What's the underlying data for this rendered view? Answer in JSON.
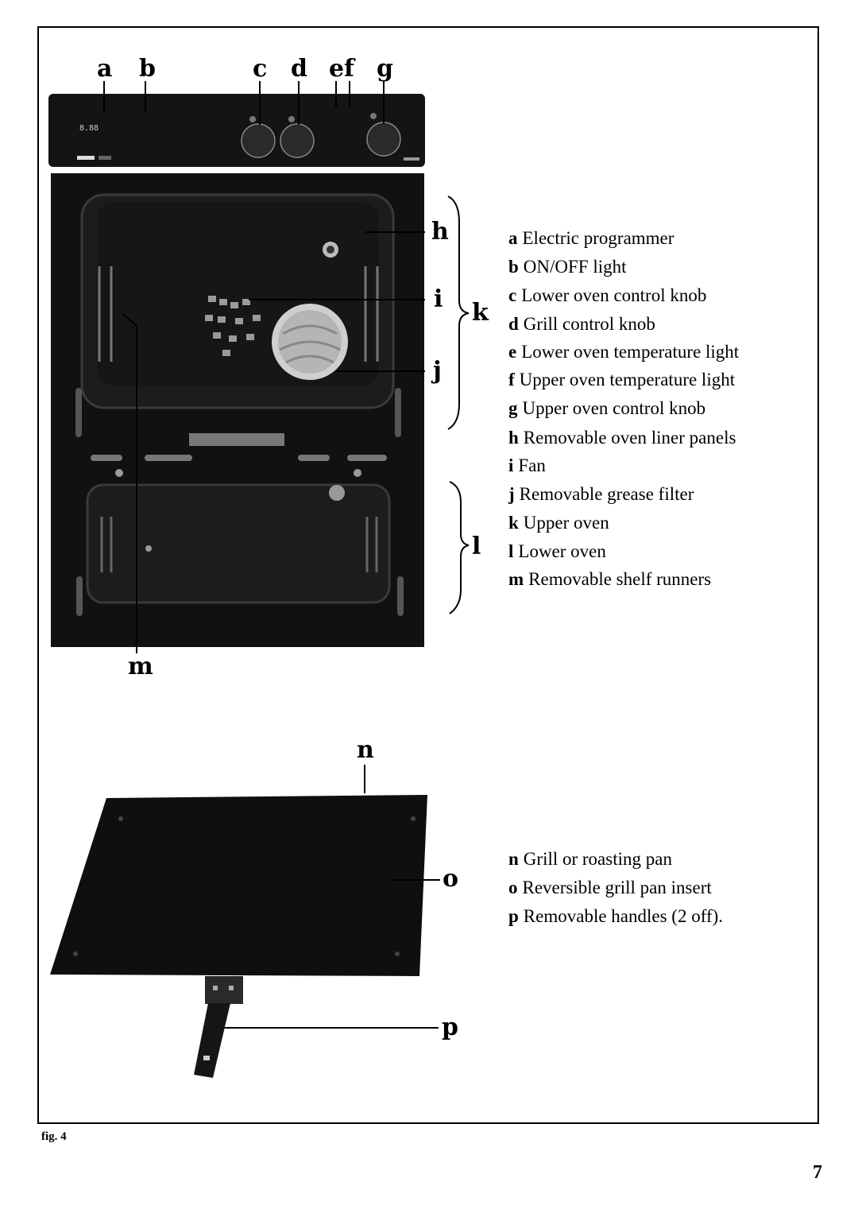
{
  "figure": {
    "caption": "fig. 4",
    "page_number": "7"
  },
  "oven": {
    "callouts": {
      "a": "a",
      "b": "b",
      "c": "c",
      "d": "d",
      "e": "e",
      "f": "f",
      "g": "g",
      "h": "h",
      "i": "i",
      "j": "j",
      "k": "k",
      "l": "l",
      "m": "m"
    },
    "legend": [
      {
        "key": "a",
        "text": "Electric programmer"
      },
      {
        "key": "b",
        "text": "ON/OFF light"
      },
      {
        "key": "c",
        "text": "Lower oven control knob"
      },
      {
        "key": "d",
        "text": "Grill control knob"
      },
      {
        "key": "e",
        "text": "Lower oven temperature light"
      },
      {
        "key": "f",
        "text": "Upper oven temperature light"
      },
      {
        "key": "g",
        "text": "Upper oven control knob"
      },
      {
        "key": "h",
        "text": "Removable oven liner panels"
      },
      {
        "key": "i",
        "text": "Fan"
      },
      {
        "key": "j",
        "text": "Removable grease filter"
      },
      {
        "key": "k",
        "text": "Upper oven"
      },
      {
        "key": "l",
        "text": "Lower oven"
      },
      {
        "key": "m",
        "text": "Removable shelf runners"
      }
    ]
  },
  "pan": {
    "callouts": {
      "n": "n",
      "o": "o",
      "p": "p"
    },
    "legend": [
      {
        "key": "n",
        "text": "Grill or roasting pan"
      },
      {
        "key": "o",
        "text": "Reversible grill pan insert"
      },
      {
        "key": "p",
        "text": "Removable handles (2 off)."
      }
    ]
  },
  "colors": {
    "ink": "#000000",
    "appliance_body": "#121212",
    "appliance_panel": "#1f1f1f",
    "highlight": "#bdbdbd"
  },
  "icons": [
    "oven-illustration",
    "grill-pan-illustration"
  ]
}
